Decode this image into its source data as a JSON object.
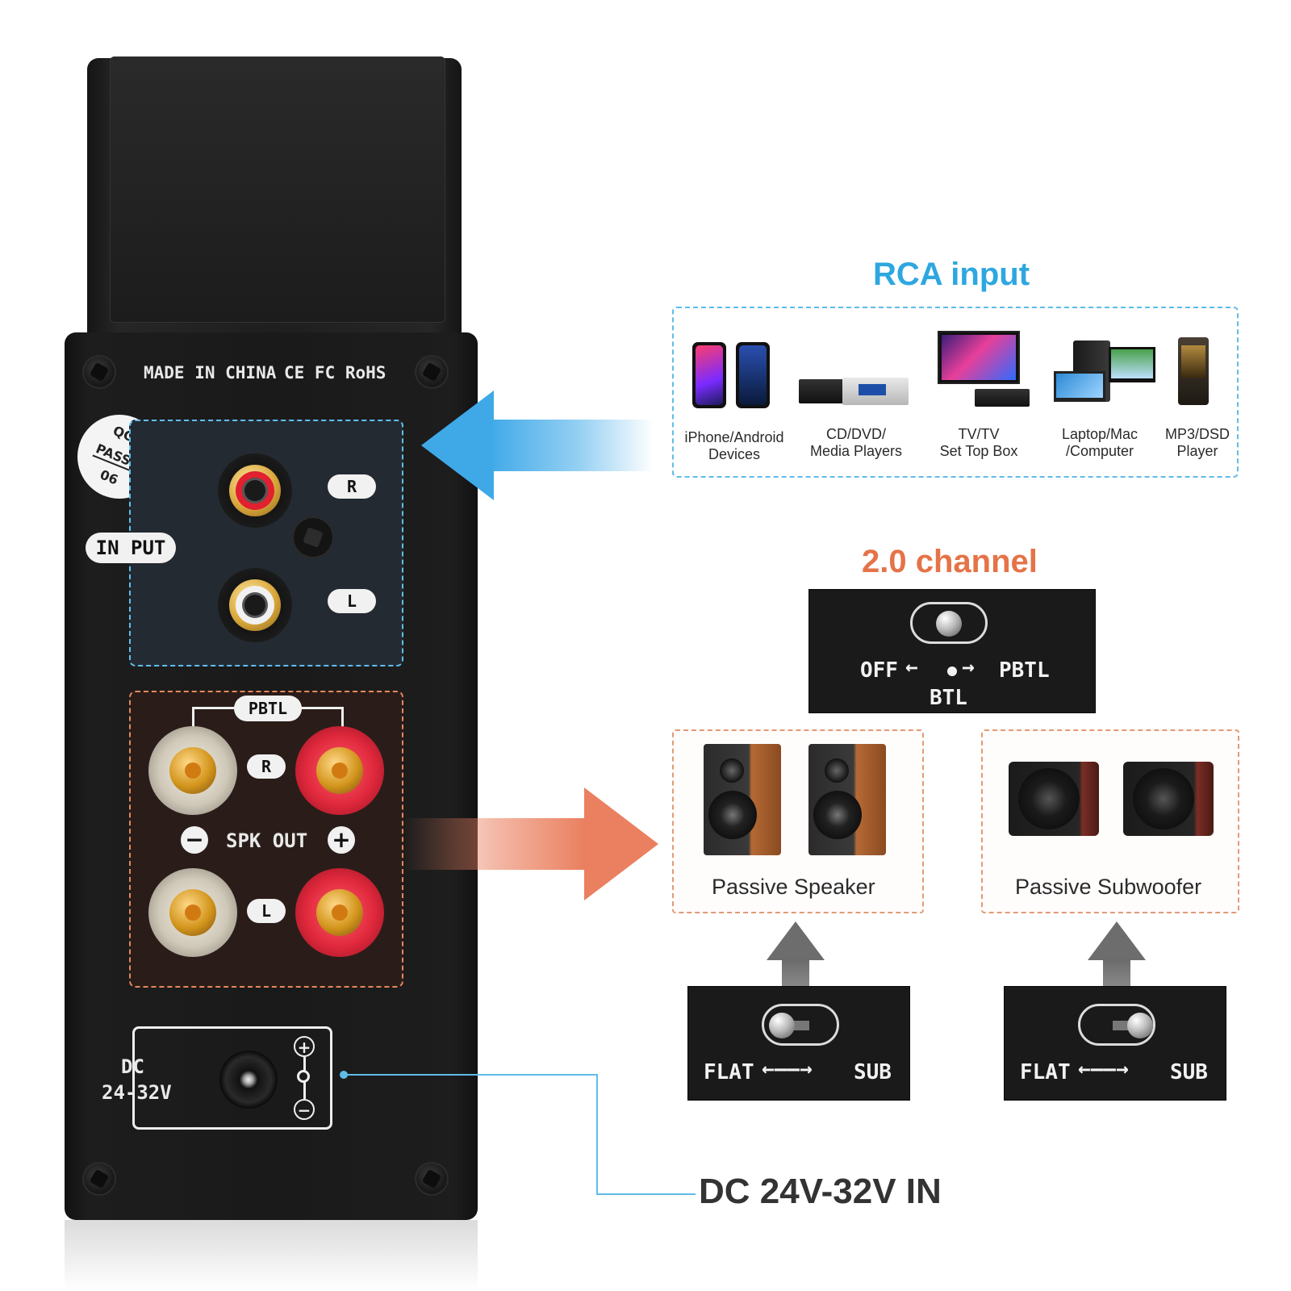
{
  "amplifier": {
    "made_in": "MADE IN CHINA",
    "certifications": "CE FC RoHS",
    "qc_sticker": [
      "QC",
      "PASS",
      "06"
    ],
    "input_label": "IN PUT",
    "channel_r": "R",
    "channel_l": "L",
    "pbtl_label": "PBTL",
    "spk_out_label": "SPK OUT",
    "minus_sign": "−",
    "plus_sign": "+",
    "dc_label_line1": "DC",
    "dc_label_line2": "24-32V",
    "polarity_plus": "+",
    "polarity_minus": "−"
  },
  "rca_input": {
    "title": "RCA input",
    "devices": [
      {
        "line1": "iPhone/Android",
        "line2": "Devices"
      },
      {
        "line1": "CD/DVD/",
        "line2": "Media Players"
      },
      {
        "line1": "TV/TV",
        "line2": "Set Top Box"
      },
      {
        "line1": "Laptop/Mac",
        "line2": "/Computer"
      },
      {
        "line1": "MP3/DSD",
        "line2": "Player"
      }
    ]
  },
  "channel_switch": {
    "title": "2.0 channel",
    "off": "OFF",
    "pbtl": "PBTL",
    "btl": "BTL"
  },
  "outputs": {
    "passive_speaker": "Passive Speaker",
    "passive_subwoofer": "Passive Subwoofer"
  },
  "eq_switches": [
    {
      "flat": "FLAT",
      "sub": "SUB"
    },
    {
      "flat": "FLAT",
      "sub": "SUB"
    }
  ],
  "power": {
    "label": "DC 24V-32V IN"
  },
  "colors": {
    "rca_accent": "#2ea7e0",
    "channel_accent": "#e57348",
    "panel": "#1a1a1a"
  },
  "icons": [
    "screw-icon",
    "phone-icon",
    "cd-player-icon",
    "tv-icon",
    "computer-icon",
    "mp3-player-icon",
    "speaker-icon",
    "subwoofer-icon"
  ]
}
